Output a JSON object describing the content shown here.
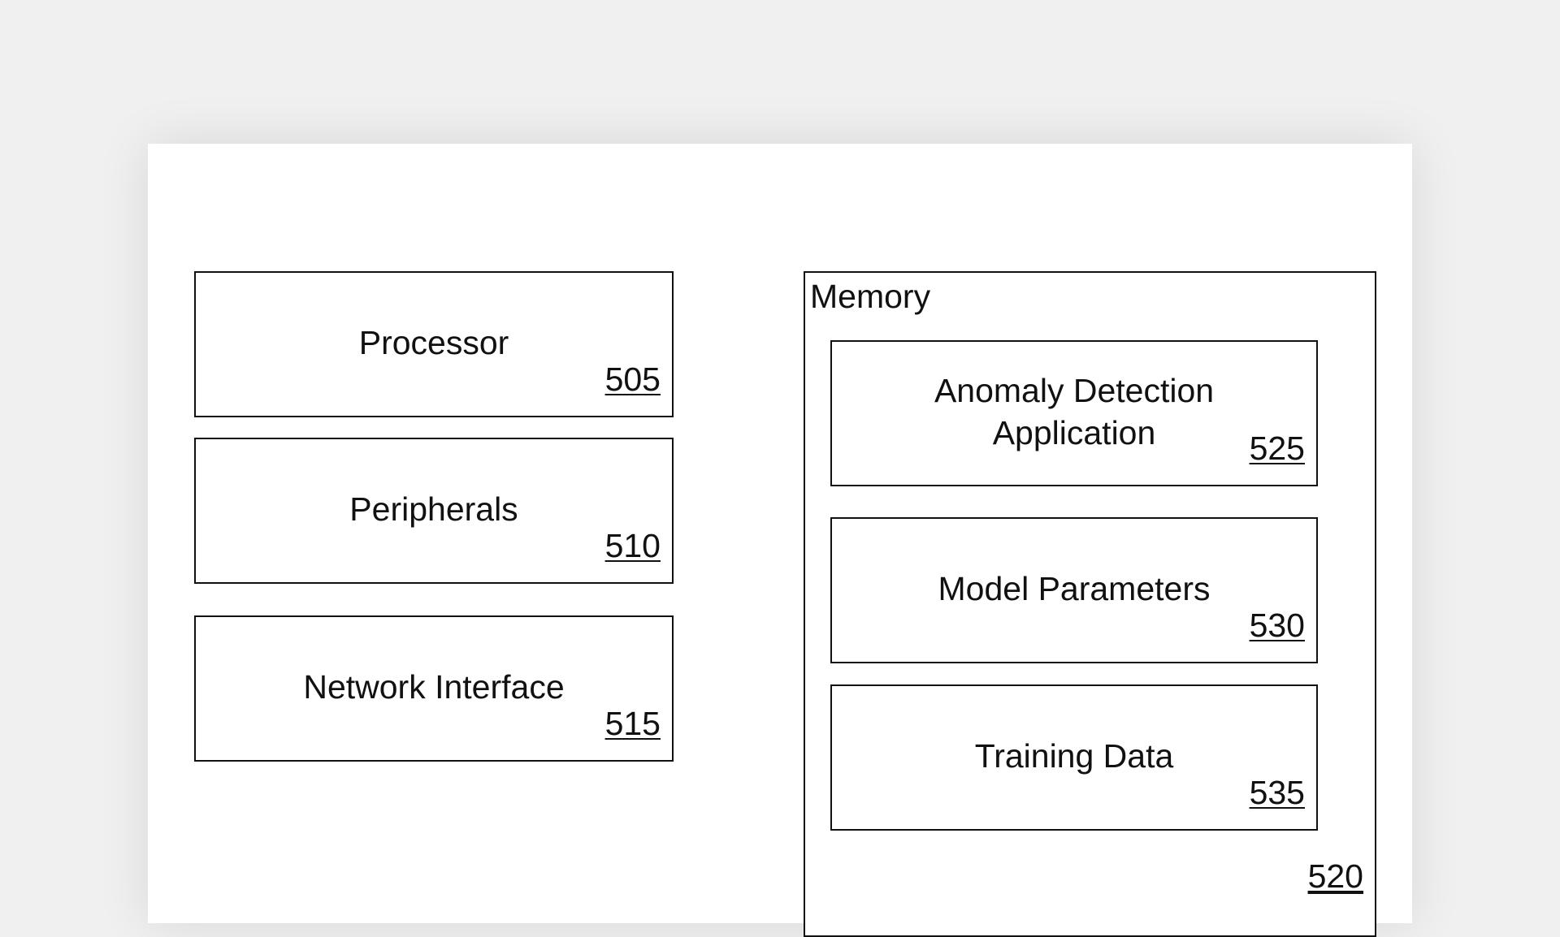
{
  "left_blocks": [
    {
      "label": "Processor",
      "ref": "505"
    },
    {
      "label": "Peripherals",
      "ref": "510"
    },
    {
      "label": "Network Interface",
      "ref": "515"
    }
  ],
  "memory": {
    "title": "Memory",
    "ref": "520",
    "blocks": [
      {
        "label_line1": "Anomaly Detection",
        "label_line2": "Application",
        "ref": "525"
      },
      {
        "label": "Model Parameters",
        "ref": "530"
      },
      {
        "label": "Training Data",
        "ref": "535"
      }
    ]
  }
}
